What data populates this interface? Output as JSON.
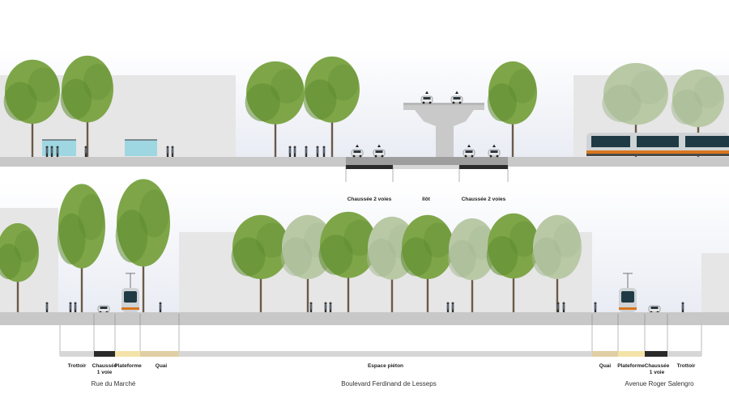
{
  "top_section": {
    "labels": {
      "chaussee_left": "Chaussée 2 voies",
      "ilot": "Ilôt",
      "chaussee_right": "Chaussée 2 voies"
    }
  },
  "bottom_section": {
    "labels": {
      "trottoir_left": "Trottoir",
      "chaussee_left_1": "Chaussée",
      "chaussee_left_2": "1 voie",
      "plateforme_left": "Plateforme",
      "quai_left": "Quai",
      "espace_pieton": "Espace piéton",
      "quai_right": "Quai",
      "plateforme_right": "Plateforme",
      "chaussee_right_1": "Chaussée",
      "chaussee_right_2": "1 voie",
      "trottoir_right": "Trottoir"
    },
    "streets": {
      "left": "Rue du Marché",
      "center": "Boulevard Ferdinand de Lesseps",
      "right": "Avenue Roger Salengro"
    }
  },
  "colors": {
    "ground": "#c8c8c8",
    "building": "#e6e6e6",
    "sky_top": "#ffffff",
    "sky_bottom": "#e9ecf4",
    "tree_green": "#7ea648",
    "tree_dark": "#5d8a30",
    "tree_pale": "#b9c9a6",
    "road_band": "#2a2a2a",
    "platform_band": "#f4e3a8",
    "quai_band": "#e0cfa4",
    "pieton_band": "#d6d6d6",
    "tram_body": "#cfd3d6",
    "tram_window": "#1f3a44",
    "tram_stripe": "#d9761e"
  }
}
